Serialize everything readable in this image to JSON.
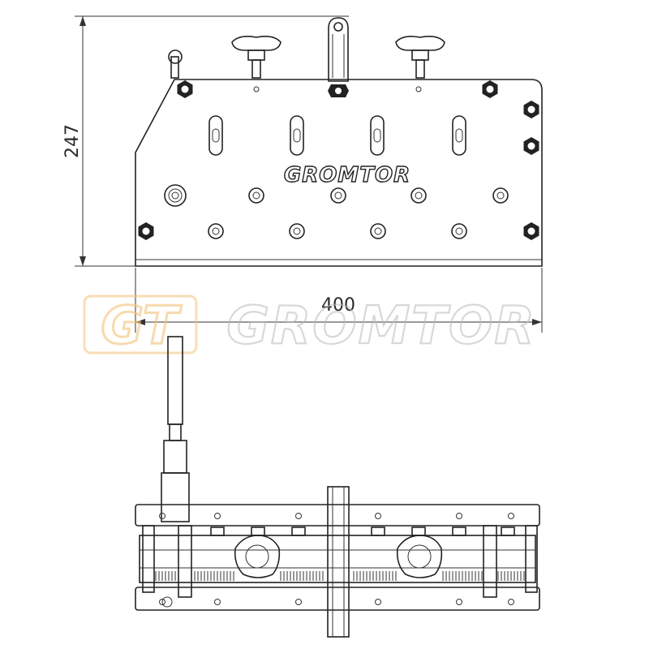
{
  "dimensions": {
    "height_label": "247",
    "width_label": "400"
  },
  "plate_logo": "GROMTOR",
  "watermark": {
    "gt": "GT",
    "brand": "GROMTOR",
    "gt_color": "#f2c27a",
    "brand_color": "#b9b9b9"
  },
  "colors": {
    "line": "#222222",
    "background": "#ffffff"
  }
}
